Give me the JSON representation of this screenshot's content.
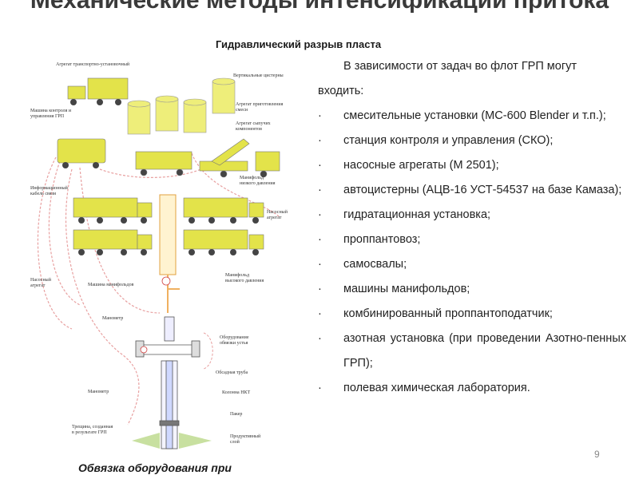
{
  "slide": {
    "title": "Механические методы интенсификации притока",
    "subtitle": "Гидравлический разрыв пласта",
    "caption": "Обвязка оборудования при",
    "page_number": "9"
  },
  "text": {
    "intro_line1": "В зависимости от задач во флот ГРП могут",
    "intro_line2": "входить:",
    "bullet_symbol": "·",
    "items": [
      "смесительные установки (МС-600 Blender и т.п.);",
      "станция контроля и управления (СКО);",
      "насосные агрегаты (М 2501);",
      "автоцистерны (АЦВ-16 УСТ-54537 на базе Камаза);",
      "гидратационная установка;",
      "проппантовоз;",
      "самосвалы;",
      "машины манифольдов;",
      "комбинированный проппантоподатчик;",
      "азотная установка (при проведении Азотно-пенных ГРП);",
      "полевая химическая лаборатория."
    ]
  },
  "diagram": {
    "labels": {
      "transport": "Агрегат транспортно-установочный",
      "control1": "Машина контроля и",
      "control2": "управления ГРП",
      "tanks": "Вертикальные цистерны",
      "mix1": "Агрегат приготовления",
      "mix2": "смеси",
      "bulk1": "Агрегат сыпучих",
      "bulk2": "компонентов",
      "lowman1": "Манифольд",
      "lowman2": "низкого давления",
      "cable1": "Информационный",
      "cable2": "кабель связи",
      "pump_r1": "Насосный",
      "pump_r2": "агрегат",
      "pump_l1": "Насосный",
      "pump_l2": "агрегат",
      "manifold_truck": "Машина манифольдов",
      "highman1": "Манифольд",
      "highman2": "высокого давления",
      "gauge_top": "Манометр",
      "wellhead1": "Оборудование",
      "wellhead2": "обвязки устья",
      "casing": "Обсадная труба",
      "tubing": "Колонна НКТ",
      "gauge_bottom": "Манометр",
      "packer": "Пакер",
      "frac1": "Трещина, созданная",
      "frac2": "в результате ГРП",
      "layer1": "Продуктивный",
      "layer2": "слой"
    },
    "colors": {
      "truck": "#e3e34a",
      "tank": "#eeee7a",
      "line": "#e8a0a0",
      "pipe": "#f0b060"
    }
  }
}
